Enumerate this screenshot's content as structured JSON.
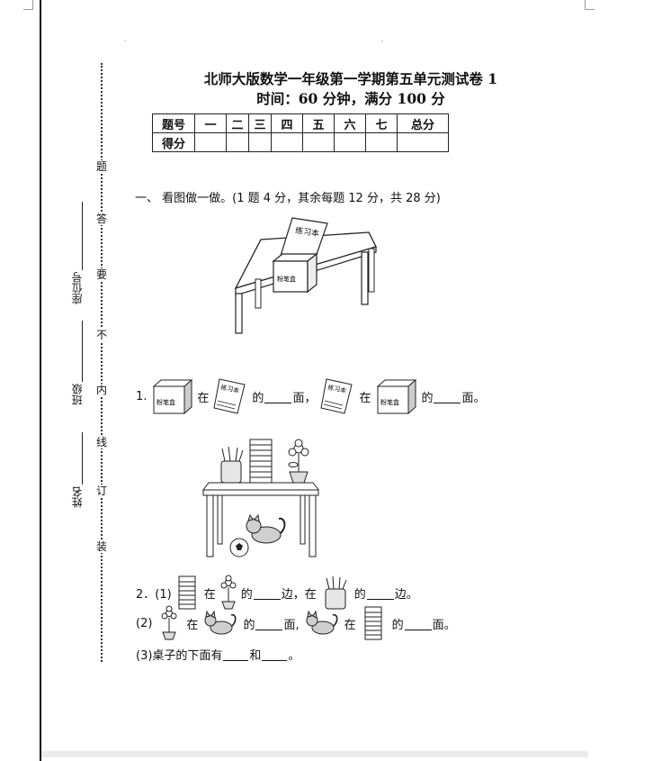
{
  "exam": {
    "title": "北师大版数学一年级第一学期第五单元测试卷 1",
    "subtitle": "时间：60 分钟，满分 100 分"
  },
  "score_table": {
    "row1": [
      "题号",
      "一",
      "二",
      "三",
      "四",
      "五",
      "六",
      "七",
      "总分"
    ],
    "row2_label": "得分"
  },
  "binding_line": [
    "装",
    "订",
    "线",
    "内",
    "不",
    "要",
    "答",
    "题"
  ],
  "side_fields": {
    "name": "姓名",
    "class": "班级",
    "seat": "座位号"
  },
  "section1": {
    "heading": "一、 看图做一做。(1 题 4 分，其余每题 12 分，共 28 分)"
  },
  "figure_labels": {
    "notebook": "练习本",
    "pencil_box": "粉笔盒"
  },
  "q1": {
    "num": "1.",
    "zai": "在",
    "de": "的",
    "mian": "面，",
    "mian_end": "面。"
  },
  "q2": {
    "num1": "2．(1)",
    "zai": "在",
    "de": "的",
    "bian_comma": "边，在",
    "bian_end": "边。",
    "num2": "(2)",
    "mian_comma": "面,",
    "mian_end": "面。",
    "line3_start": "(3)桌子的下面有",
    "he": "和",
    "end": "。"
  }
}
